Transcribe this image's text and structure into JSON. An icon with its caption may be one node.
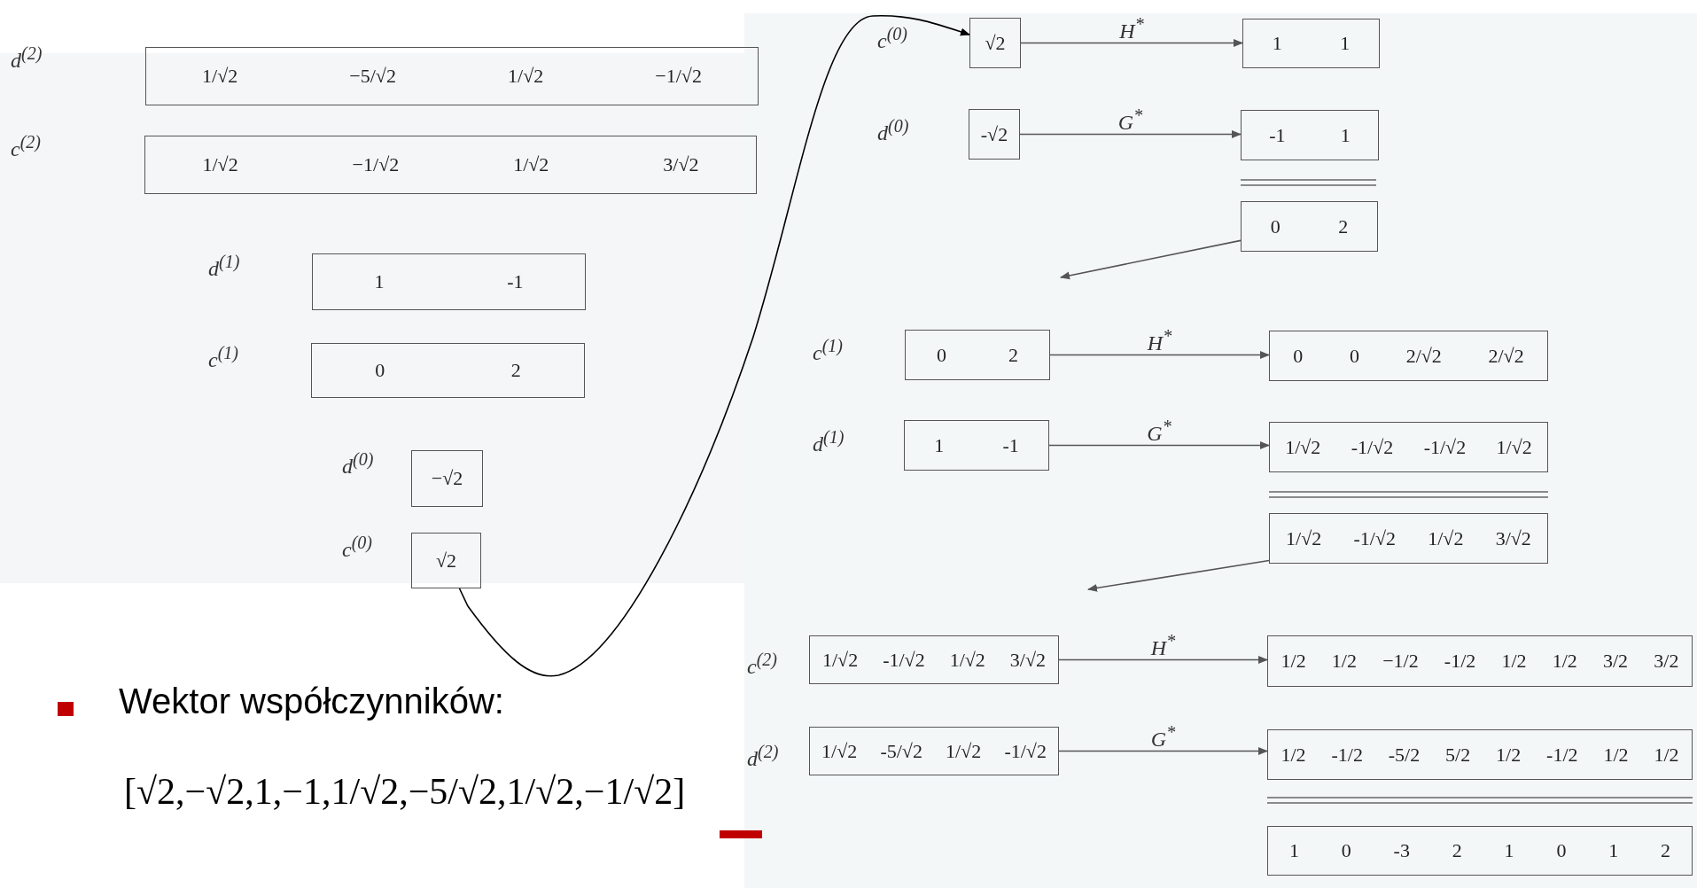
{
  "diagram": {
    "nodes": [
      {
        "text": [
          "1/√2",
          "−5/√2",
          "1/√2",
          "−1/√2"
        ]
      },
      {
        "text": [
          "1/√2",
          "−1/√2",
          "1/√2",
          "3/√2"
        ]
      },
      {
        "text": [
          "1",
          "-1"
        ],
        "beside": [
          "d$^{(1)}$"
        ]
      },
      {
        "text": [
          "0",
          "2"
        ],
        "beside": [
          "c$^{(1)}$"
        ]
      },
      {
        "text": [
          "−√2"
        ],
        "beside": [
          "d$^{(0)}$"
        ]
      },
      {
        "text": [
          "√2"
        ],
        "beside": [
          "c$^{(0)}$"
        ]
      },
      {
        "text": [
          "√2"
        ],
        "beside": [
          "c$^{(0)}$"
        ]
      },
      {
        "text": [
          "1",
          "1"
        ]
      },
      {
        "text": [
          "-√2"
        ],
        "beside": [
          "d$^{(0)}$"
        ]
      },
      {
        "text": [
          "-1",
          "1"
        ]
      },
      {
        "text": [
          "0",
          "2"
        ]
      },
      {
        "text": [
          "0",
          "2"
        ],
        "beside": [
          "c$^{(1)}$"
        ]
      },
      {
        "text": [
          "0",
          "0",
          "2/√2",
          "2/√2"
        ]
      },
      {
        "text": [
          "1",
          "-1"
        ],
        "beside": [
          "d$^{(1)}$"
        ]
      },
      {
        "text": [
          "1/√2",
          "-1/√2",
          "-1/√2",
          "1/√2"
        ]
      },
      {
        "text": [
          "1/√2",
          "-1/√2",
          "1/√2",
          "3/√2"
        ]
      },
      {
        "text": [
          "1/√2",
          "-1/√2",
          "1/√2",
          "3/√2"
        ],
        "beside": [
          "c$^{(2)}$"
        ]
      },
      {
        "text": [
          "1/2",
          "1/2",
          "−1/2",
          "-1/2",
          "1/2",
          "1/2",
          "3/2",
          "3/2"
        ]
      },
      {
        "text": [
          "1/√2",
          "-5/√2",
          "1/√2",
          "-1/√2"
        ],
        "beside": [
          "d$^{(2)}$"
        ]
      },
      {
        "text": [
          "1/2",
          "-1/2",
          "-5/2",
          "5/2",
          "1/2",
          "-1/2",
          "1/2",
          "1/2"
        ]
      },
      {
        "text": [
          "1",
          "0",
          "-3",
          "2",
          "1",
          "0",
          "1",
          "2"
        ]
      }
    ],
    "edges": [
      {
        "from": 5,
        "to": 6,
        "arrow": "to",
        "color": "#000000"
      },
      {
        "from": 6,
        "to": 7,
        "arrow": "to",
        "label": "H$^{*}$"
      },
      {
        "from": 8,
        "to": 9,
        "arrow": "to",
        "label": "G$^{*}$"
      },
      {
        "from": 10,
        "to": null,
        "arrow": "to"
      },
      {
        "from": 11,
        "to": 12,
        "arrow": "to",
        "label": "H$^{*}$"
      },
      {
        "from": 13,
        "to": 14,
        "arrow": "to",
        "label": "G$^{*}$"
      },
      {
        "from": 15,
        "to": null,
        "arrow": "to"
      },
      {
        "from": 16,
        "to": 17,
        "arrow": "to",
        "label": "H$^{*}$"
      },
      {
        "from": 18,
        "to": 19,
        "arrow": "to",
        "label": "G$^{*}$"
      }
    ],
    "labels": [
      "d$^{(2)}$",
      "c$^{(2)}$",
      "Wektor współczynników:",
      "[√2,−√2,1,−1,1/√2,−5/√2,1/√2,−1/√2]"
    ]
  }
}
